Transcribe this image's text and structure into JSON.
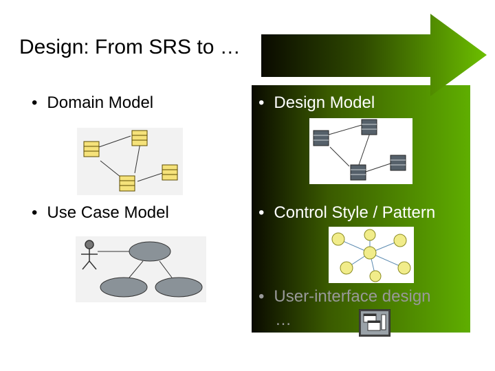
{
  "slide": {
    "title": "Design: From SRS to …",
    "left_column": {
      "items": [
        {
          "bullet": "•",
          "label": "Domain Model"
        },
        {
          "bullet": "•",
          "label": "Use Case Model"
        }
      ]
    },
    "right_column": {
      "items": [
        {
          "bullet": "•",
          "label": "Design Model"
        },
        {
          "bullet": "•",
          "label": "Control Style / Pattern"
        },
        {
          "bullet": "•",
          "label": "User-interface design",
          "continuation": "…"
        }
      ]
    },
    "colors": {
      "arrow_gradient_start": "#0a0a00",
      "arrow_gradient_end": "#66bb00",
      "class_box_yellow": "#f5e27a",
      "class_box_grey": "#55606a",
      "use_case_grey": "#8a9298",
      "node_yellow": "#f1ec8a"
    }
  }
}
